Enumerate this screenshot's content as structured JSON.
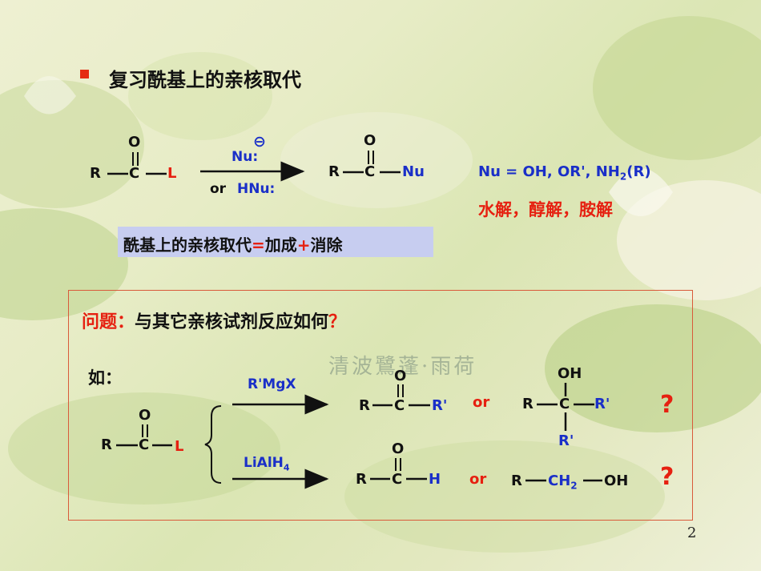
{
  "title": "复习酰基上的亲核取代",
  "reaction1": {
    "R": "R",
    "C": "C",
    "O": "O",
    "L": "L",
    "reagent_top": "Nu:",
    "reagent_minus": "⊖",
    "reagent_bottom_or": "or",
    "reagent_bottom": "HNu:",
    "product_Nu": "Nu",
    "nu_def": "Nu  =   OH, OR', NH",
    "nu_def_sub": "2",
    "nu_def_tail": "(R)",
    "reactions_cn": "水解，醇解，胺解"
  },
  "summary": {
    "part1": "酰基上的亲核取代",
    "eq": "=",
    "part2": "加成",
    "plus": "+",
    "part3": "消除"
  },
  "question": {
    "label": "问题：",
    "text": "与其它亲核试剂反应如何",
    "qmark": "？",
    "example": "如："
  },
  "reaction2": {
    "reagent_grignard": "R'MgX",
    "reagent_lialh": "LiAlH",
    "reagent_lialh_sub": "4",
    "ketone_R": "R",
    "ketone_C": "C",
    "ketone_O": "O",
    "ketone_Rp": "R'",
    "or1": "or",
    "alc_R": "R",
    "alc_C": "C",
    "alc_OH": "OH",
    "alc_Rp1": "R'",
    "alc_Rp2": "R'",
    "q1": "?",
    "ald_R": "R",
    "ald_C": "C",
    "ald_O": "O",
    "ald_H": "H",
    "or2": "or",
    "prim_R": "R",
    "prim_CH": "CH",
    "prim_sub": "2",
    "prim_OH": "OH",
    "q2": "?"
  },
  "watermark": "清波鷺蓬·雨荷",
  "page_number": "2"
}
